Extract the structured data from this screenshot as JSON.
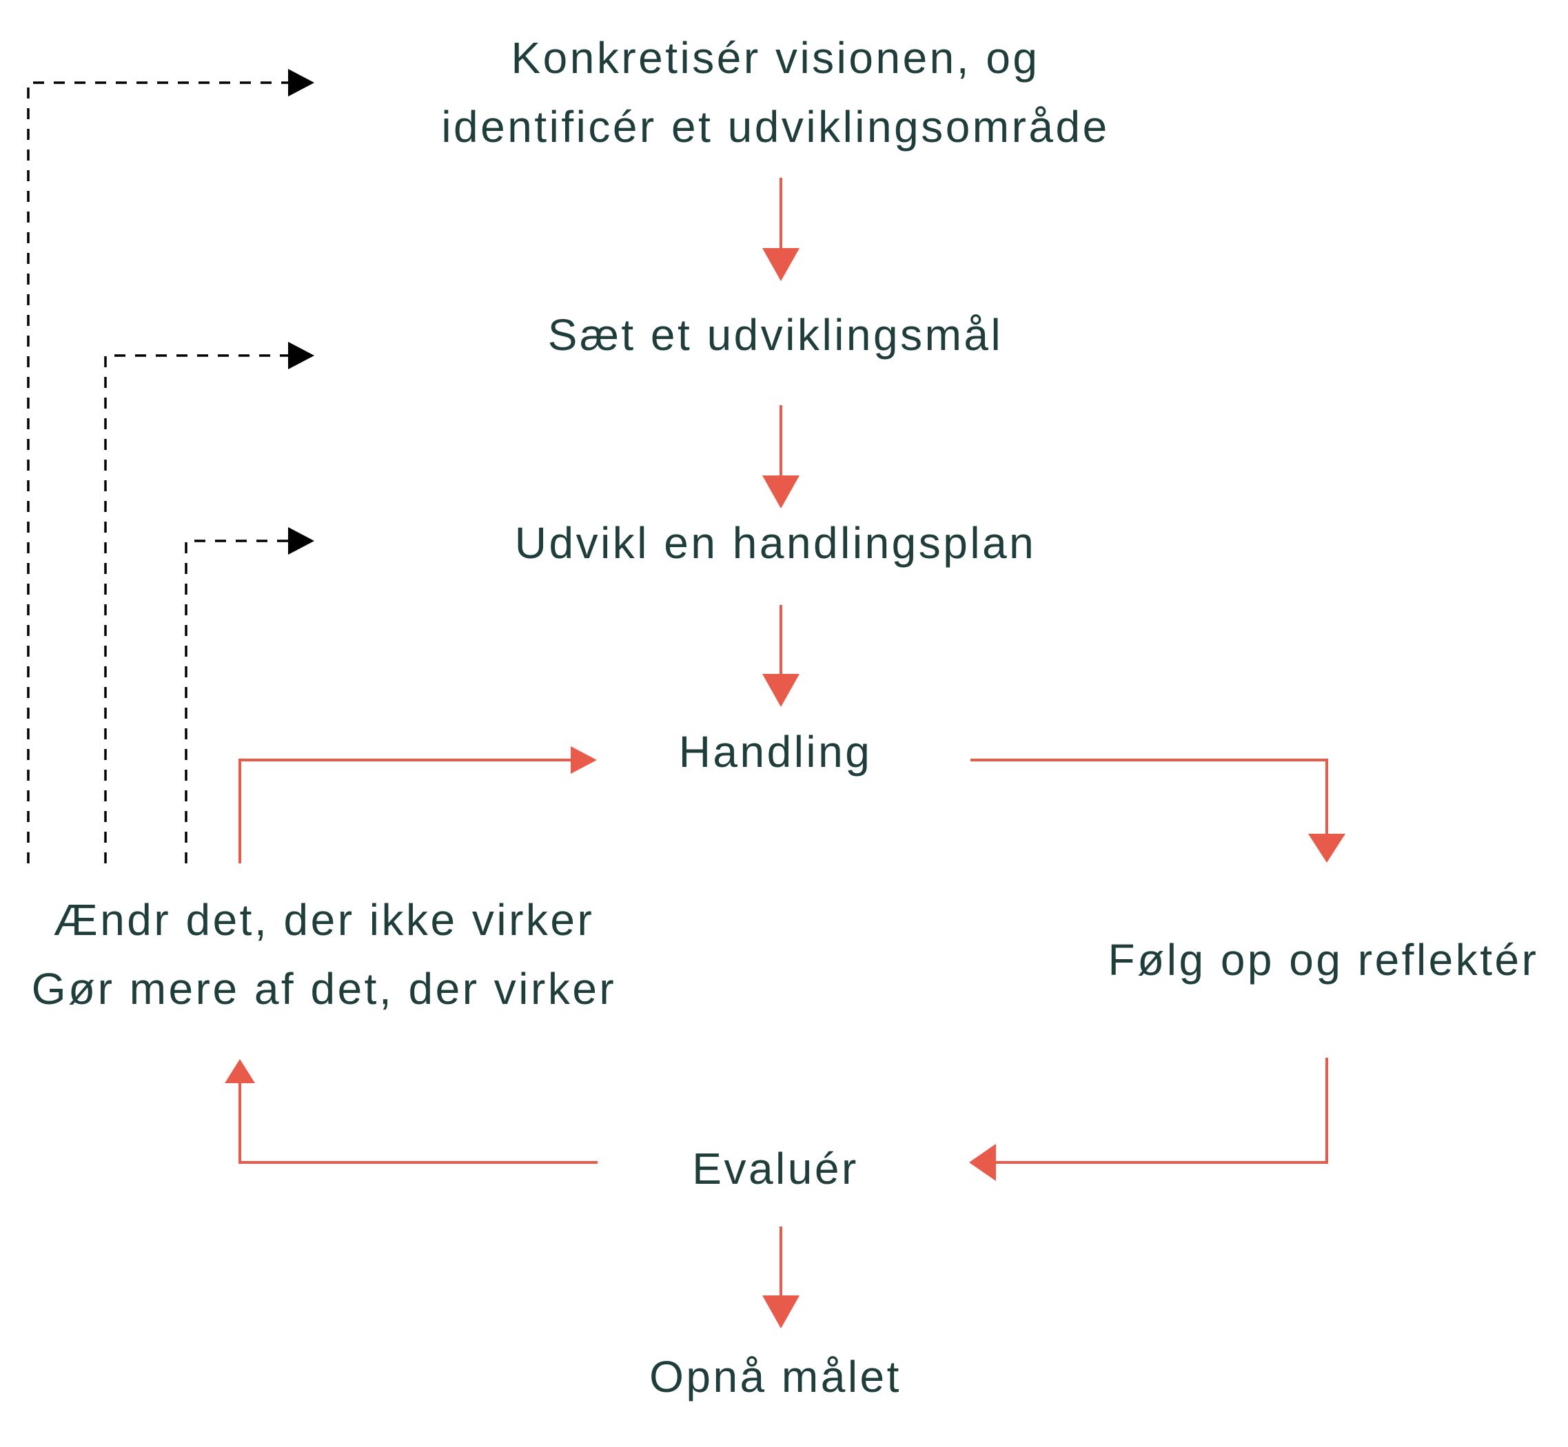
{
  "colors": {
    "text": "#1f3d3a",
    "accent": "#e85a4a",
    "feedback": "#000000"
  },
  "nodes": {
    "vision": {
      "line1": "Konkretisér visionen, og",
      "line2": "identificér et udviklingsområde"
    },
    "goal": "Sæt et udviklingsmål",
    "plan": "Udvikl en handlingsplan",
    "action": "Handling",
    "follow_up": "Følg op og reflektér",
    "evaluate": "Evaluér",
    "achieve": "Opnå målet",
    "adjust": {
      "line1": "Ændr det, der ikke virker",
      "line2": "Gør mere af det, der virker"
    }
  }
}
